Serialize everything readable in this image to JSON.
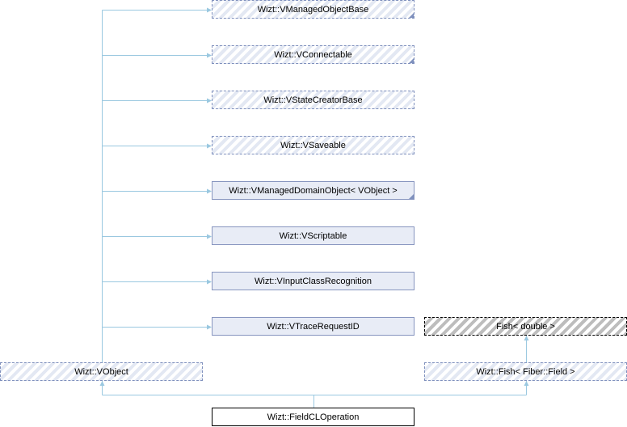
{
  "diagram": {
    "type": "class-inheritance",
    "nodes": [
      {
        "id": "vmanagedobjectbase",
        "label": "Wizt::VManagedObjectBase",
        "style": "external",
        "has_more": true
      },
      {
        "id": "vconnectable",
        "label": "Wizt::VConnectable",
        "style": "external",
        "has_more": true
      },
      {
        "id": "vstatecreatorbase",
        "label": "Wizt::VStateCreatorBase",
        "style": "external",
        "has_more": false
      },
      {
        "id": "vsaveable",
        "label": "Wizt::VSaveable",
        "style": "external",
        "has_more": false
      },
      {
        "id": "vmanageddomainobject",
        "label": "Wizt::VManagedDomainObject< VObject >",
        "style": "documented",
        "has_more": true
      },
      {
        "id": "vscriptable",
        "label": "Wizt::VScriptable",
        "style": "documented",
        "has_more": false
      },
      {
        "id": "vinputclassrecognition",
        "label": "Wizt::VInputClassRecognition",
        "style": "documented",
        "has_more": false
      },
      {
        "id": "vtracerequestid",
        "label": "Wizt::VTraceRequestID",
        "style": "documented",
        "has_more": false
      },
      {
        "id": "fish-double",
        "label": "Fish< double >",
        "style": "undocumented",
        "has_more": false
      },
      {
        "id": "vobject",
        "label": "Wizt::VObject",
        "style": "external",
        "has_more": false
      },
      {
        "id": "fish-fiber-field",
        "label": "Wizt::Fish< Fiber::Field >",
        "style": "external",
        "has_more": false
      },
      {
        "id": "fieldcloperation",
        "label": "Wizt::FieldCLOperation",
        "style": "current",
        "has_more": false
      }
    ],
    "edges": [
      {
        "from": "vobject",
        "to": "vmanagedobjectbase"
      },
      {
        "from": "vobject",
        "to": "vconnectable"
      },
      {
        "from": "vobject",
        "to": "vstatecreatorbase"
      },
      {
        "from": "vobject",
        "to": "vsaveable"
      },
      {
        "from": "vobject",
        "to": "vmanageddomainobject"
      },
      {
        "from": "vobject",
        "to": "vscriptable"
      },
      {
        "from": "vobject",
        "to": "vinputclassrecognition"
      },
      {
        "from": "vobject",
        "to": "vtracerequestid"
      },
      {
        "from": "fish-fiber-field",
        "to": "fish-double"
      },
      {
        "from": "fieldcloperation",
        "to": "vobject"
      },
      {
        "from": "fieldcloperation",
        "to": "fish-fiber-field"
      }
    ],
    "colors": {
      "edge": "#9ac8e0",
      "external_border": "#7f90bd",
      "documented_fill": "#e8ecf6",
      "documented_border": "#8795bf",
      "undocumented_hatch": "#bdbdbd",
      "current_border": "#000000"
    }
  }
}
